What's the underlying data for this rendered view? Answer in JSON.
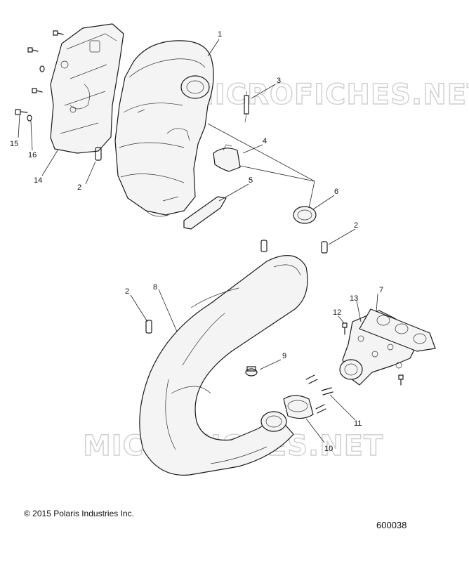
{
  "watermark": "MICROFICHES.NET",
  "copyright": "© 2015 Polaris Industries Inc.",
  "diagram_id": "600038",
  "callouts": {
    "c1": "1",
    "c2a": "2",
    "c2b": "2",
    "c2c": "2",
    "c3": "3",
    "c4": "4",
    "c5": "5",
    "c6": "6",
    "c7": "7",
    "c8": "8",
    "c9": "9",
    "c10": "10",
    "c11": "11",
    "c12": "12",
    "c13": "13",
    "c14": "14",
    "c15": "15",
    "c16": "16"
  }
}
